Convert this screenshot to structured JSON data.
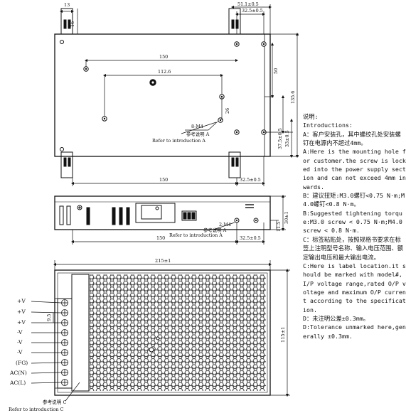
{
  "top_view": {
    "dims": {
      "d13": "13",
      "d16": "16",
      "d51": "51.1±0.5",
      "d32a": "32.5±0.5",
      "d150a": "150",
      "d112": "112.6",
      "d135": "135.6",
      "d50": "50",
      "d26": "26",
      "d37": "37.5±0.5",
      "d33": "33±0.5",
      "d150b": "150",
      "d32b": "32.5±0.5"
    },
    "screw_label": "8-M4",
    "ref_cn": "参考说明 A",
    "ref_en": "Refer to introduction A"
  },
  "side_view": {
    "dims": {
      "d11": "11.5",
      "d30": "30±1",
      "d150": "150",
      "d32": "32.5±0.5"
    },
    "screw_label": "2-M4",
    "ref_cn": "参考说明 A",
    "ref_en": "Refer to introduction A"
  },
  "bottom_view": {
    "dims": {
      "d215": "215±1",
      "d115": "115±1",
      "d9": "9.5"
    },
    "terminals": [
      "+V",
      "+V",
      "+V",
      "-V",
      "-V",
      "-V",
      "(FG)",
      "AC(N)",
      "AC(L)"
    ],
    "ref_cn": "参考说明 C",
    "ref_en": "Refer to introduction C"
  },
  "notes": {
    "lines": [
      "说明:",
      "Introductions:",
      "A：客户安装孔，其中螺纹孔处安装螺钉在电源内不超过4mm。",
      "A:Here is the mounting hole for customer.the screw is locked into the power supply section and can not exceed 4mm inwards.",
      "B：建议扭矩:M3.0螺钉<0.75 N·m;M4.0螺钉<0.8 N·m。",
      "B:Suggested tightening torque:M3.0 screw < 0.75 N·m;M4.0 screw < 0.8 N·m.",
      "C：标签粘贴处，按照规格书要求在标签上注明型号名称、输入电压范围、额定输出电压和最大输出电流。",
      "C:Here is label location.it should be marked with model#, I/P voltage range,rated O/P voltage and maximum O/P current according to the specification.",
      "D：未注明公差±0.3mm。",
      "D:Tolerance unmarked here,generally ±0.3mm."
    ]
  }
}
